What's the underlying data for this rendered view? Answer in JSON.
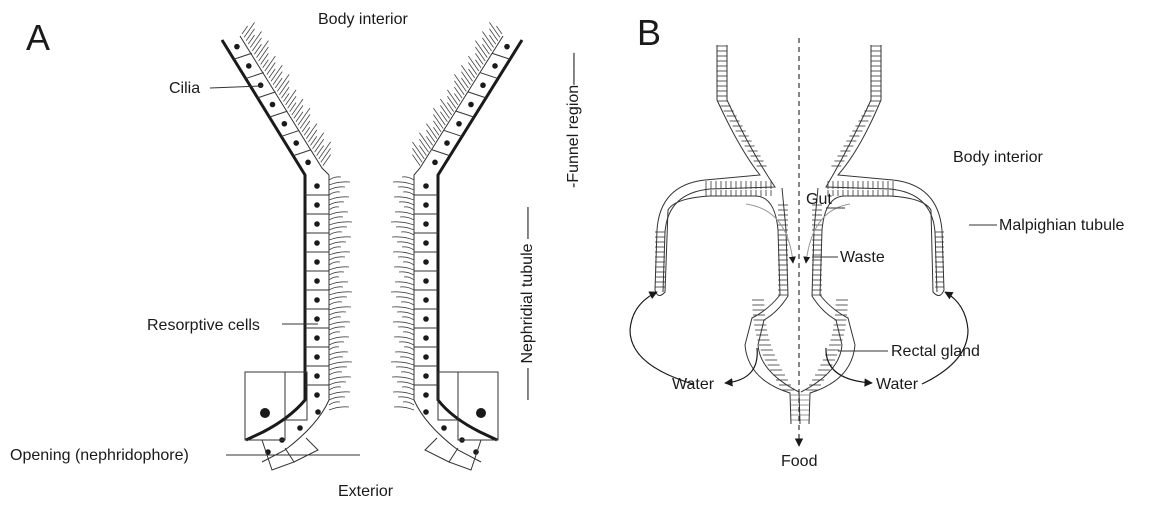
{
  "panel_a": {
    "letter": "A",
    "body_interior": "Body interior",
    "cilia": "Cilia",
    "funnel_region": "-Funnel region——",
    "nephridial_tubule": "—— Nephridial tubule ——",
    "resorptive_cells": "Resorptive cells",
    "opening": "Opening (nephridophore)",
    "exterior": "Exterior"
  },
  "panel_b": {
    "letter": "B",
    "body_interior": "Body interior",
    "gut": "Gut",
    "malpighian_tubule": "Malpighian tubule",
    "waste": "Waste",
    "rectal_gland": "Rectal gland",
    "water_left": "Water",
    "water_right": "Water",
    "food": "Food"
  },
  "colors": {
    "ink": "#1a1a1a",
    "background": "#ffffff"
  }
}
